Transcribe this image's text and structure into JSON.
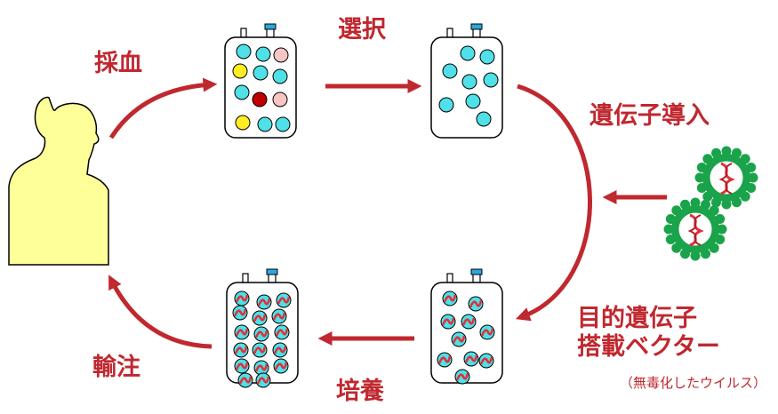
{
  "labels": {
    "blood_draw": "採血",
    "selection": "選択",
    "gene_transfer": "遺伝子導入",
    "vector_line1": "目的遺伝子",
    "vector_line2": "搭載ベクター",
    "vector_note": "（無毒化したウイルス）",
    "culture": "培養",
    "infusion": "輸注"
  },
  "colors": {
    "arrow": "#c0282f",
    "person_fill": "#ffff99",
    "cell_cyan": "#4fe0e8",
    "cell_yellow": "#ffee22",
    "cell_pink": "#f9c4c4",
    "cell_darkred": "#c00000",
    "virus_green": "#1aa34a",
    "cap_blue": "#2aa8e0"
  }
}
